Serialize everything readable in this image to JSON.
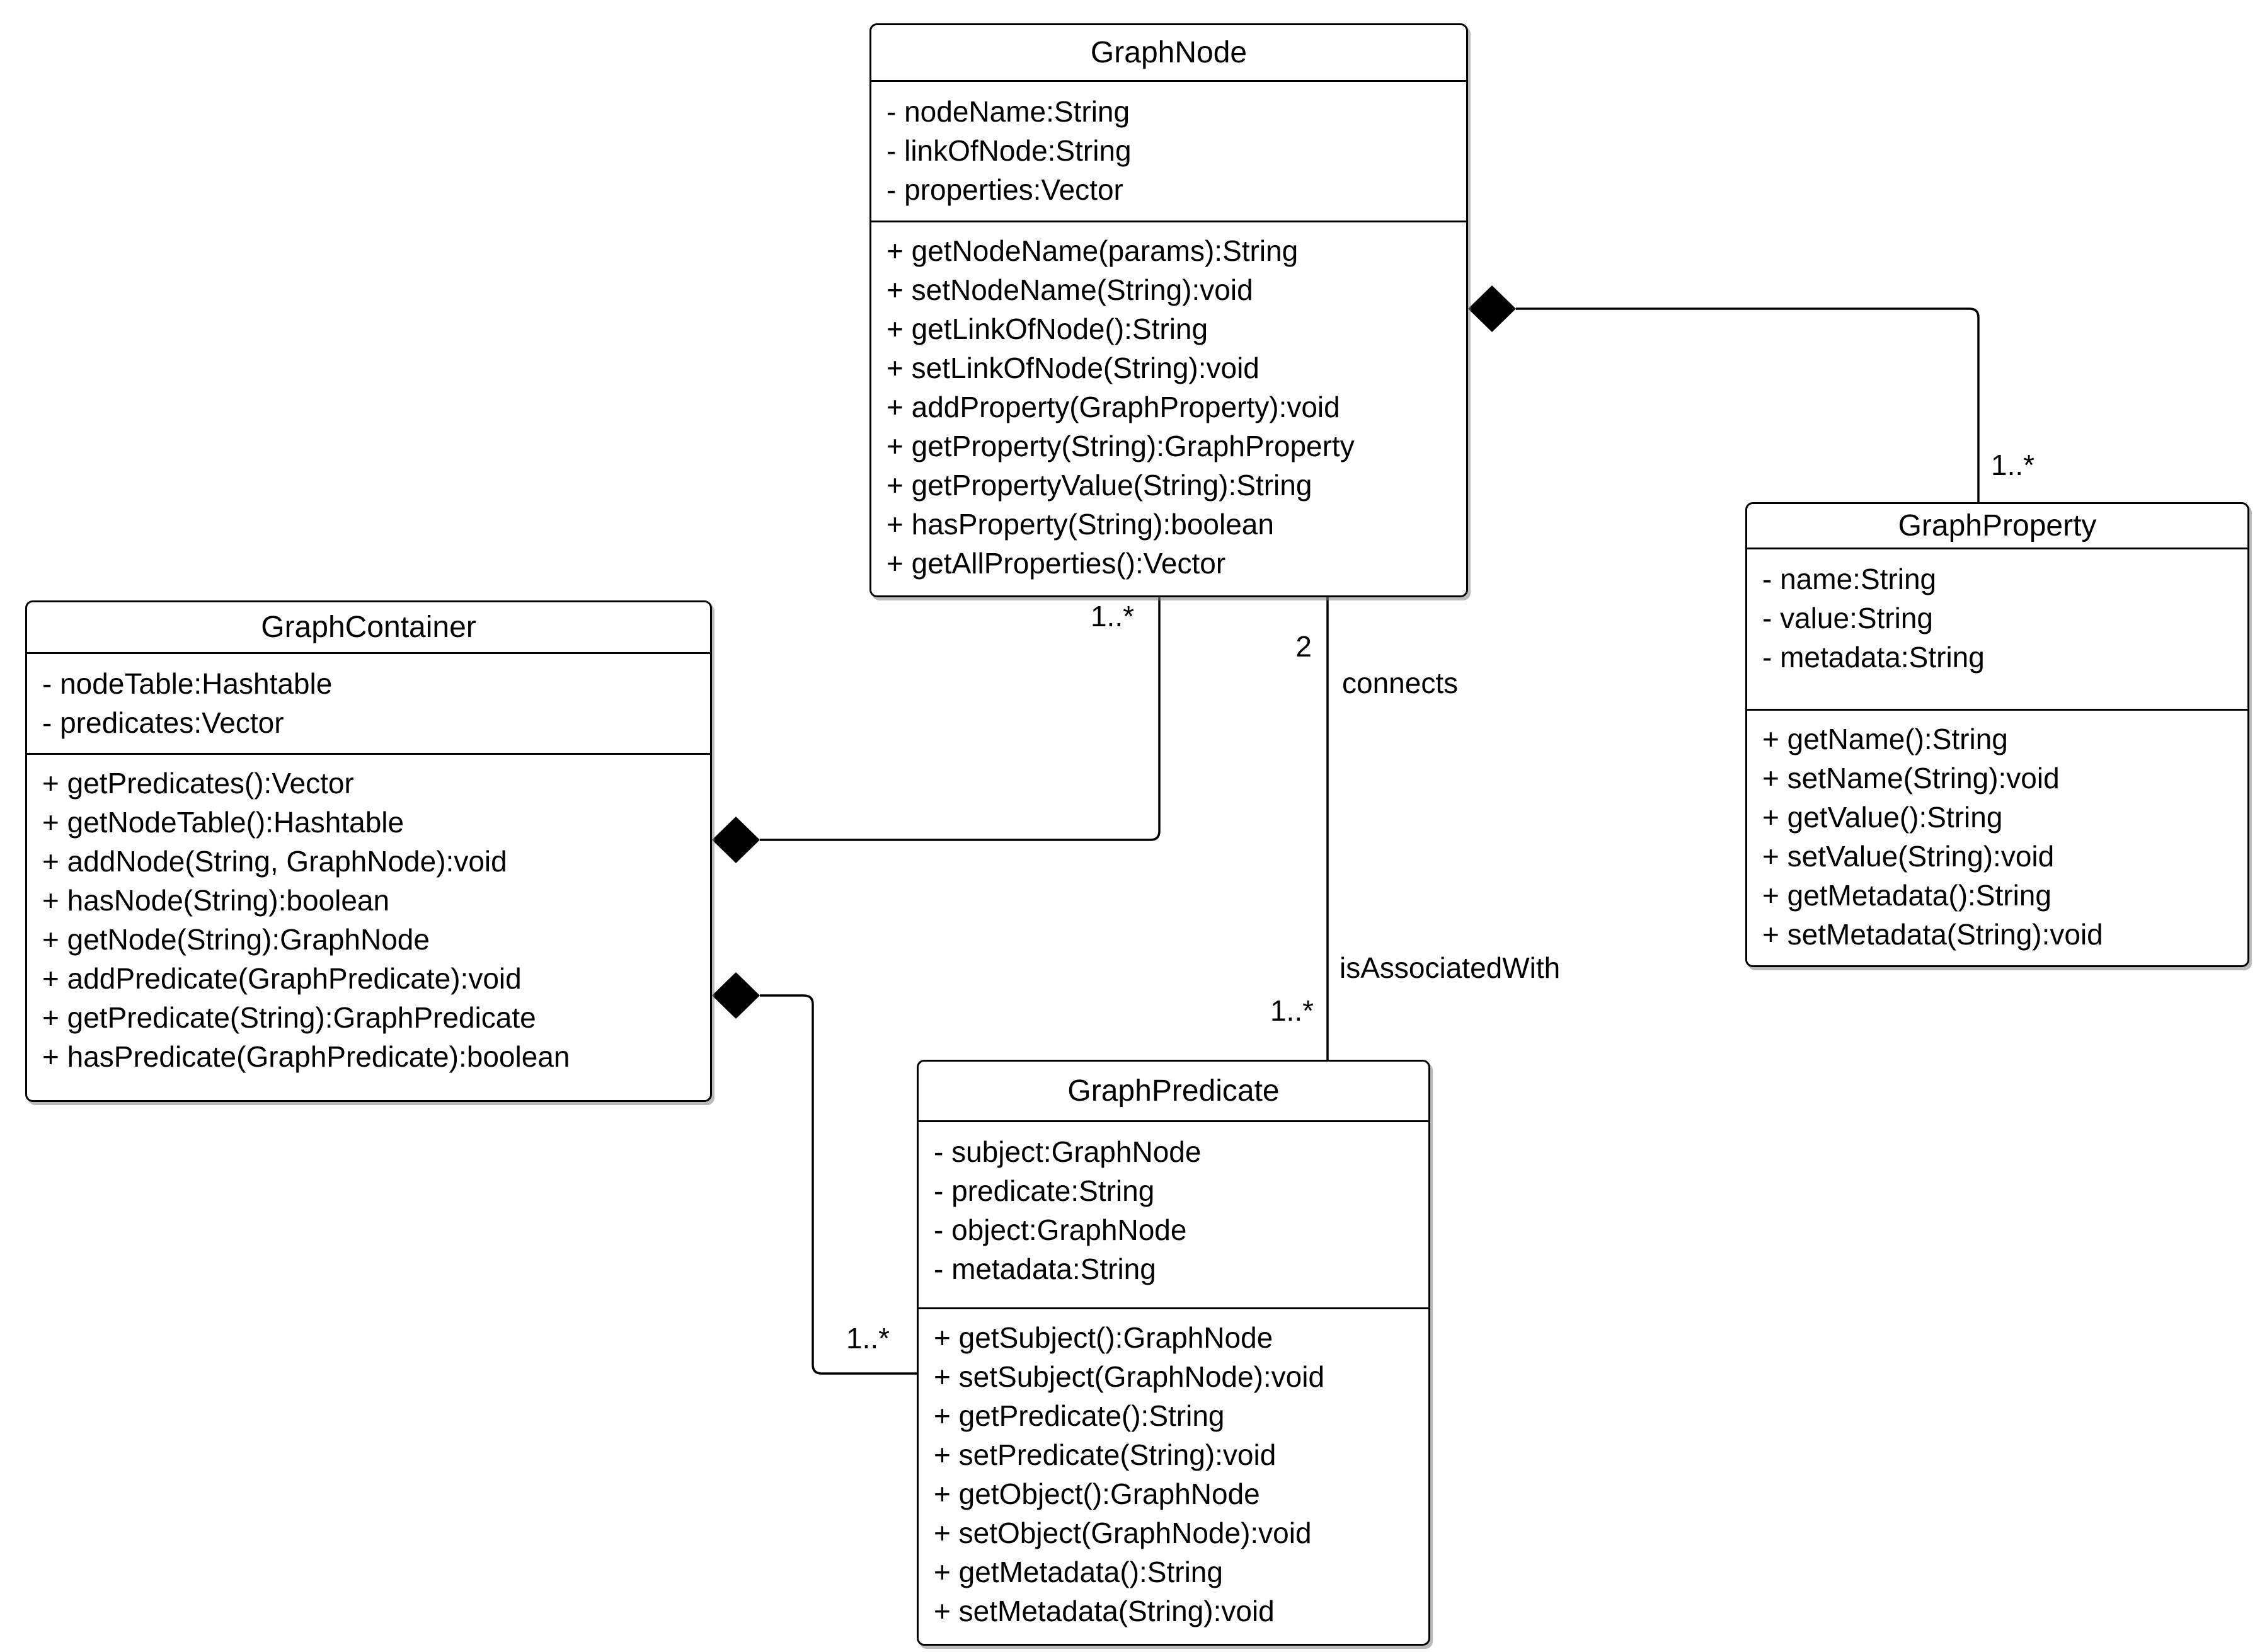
{
  "diagram": {
    "type": "uml-class-diagram",
    "classes": [
      {
        "name": "GraphNode",
        "attributes": [
          "- nodeName:String",
          "- linkOfNode:String",
          "- properties:Vector"
        ],
        "methods": [
          "+ getNodeName(params):String",
          "+ setNodeName(String):void",
          "+ getLinkOfNode():String",
          "+ setLinkOfNode(String):void",
          "+ addProperty(GraphProperty):void",
          "+ getProperty(String):GraphProperty",
          "+ getPropertyValue(String):String",
          "+ hasProperty(String):boolean",
          "+ getAllProperties():Vector"
        ]
      },
      {
        "name": "GraphContainer",
        "attributes": [
          "- nodeTable:Hashtable",
          "- predicates:Vector"
        ],
        "methods": [
          "+ getPredicates():Vector",
          "+ getNodeTable():Hashtable",
          "+ addNode(String, GraphNode):void",
          "+ hasNode(String):boolean",
          "+ getNode(String):GraphNode",
          "+ addPredicate(GraphPredicate):void",
          "+ getPredicate(String):GraphPredicate",
          "+ hasPredicate(GraphPredicate):boolean"
        ]
      },
      {
        "name": "GraphProperty",
        "attributes": [
          "- name:String",
          "- value:String",
          "- metadata:String"
        ],
        "methods": [
          "+ getName():String",
          "+ setName(String):void",
          "+ getValue():String",
          "+ setValue(String):void",
          "+ getMetadata():String",
          "+ setMetadata(String):void"
        ]
      },
      {
        "name": "GraphPredicate",
        "attributes": [
          "- subject:GraphNode",
          "- predicate:String",
          "- object:GraphNode",
          "- metadata:String"
        ],
        "methods": [
          "+ getSubject():GraphNode",
          "+ setSubject(GraphNode):void",
          "+ getPredicate():String",
          "+ setPredicate(String):void",
          "+ getObject():GraphNode",
          "+ setObject(GraphNode):void",
          "+ getMetadata():String",
          "+ setMetadata(String):void"
        ]
      }
    ],
    "relationships": [
      {
        "from": "GraphContainer",
        "to": "GraphNode",
        "type": "composition",
        "multiplicity": "1..*"
      },
      {
        "from": "GraphNode",
        "to": "GraphProperty",
        "type": "composition",
        "multiplicity": "1..*"
      },
      {
        "from": "GraphContainer",
        "to": "GraphPredicate",
        "type": "composition",
        "multiplicity": "1..*"
      },
      {
        "from": "GraphNode",
        "to": "GraphPredicate",
        "type": "association",
        "role_near_node": "connects",
        "multiplicity_near_node": "2",
        "role_near_predicate": "isAssociatedWith",
        "multiplicity_near_predicate": "1..*"
      }
    ],
    "colors": {
      "line": "#000000",
      "box_fill": "#ffffff",
      "text": "#000000",
      "background": "#ffffff"
    }
  }
}
